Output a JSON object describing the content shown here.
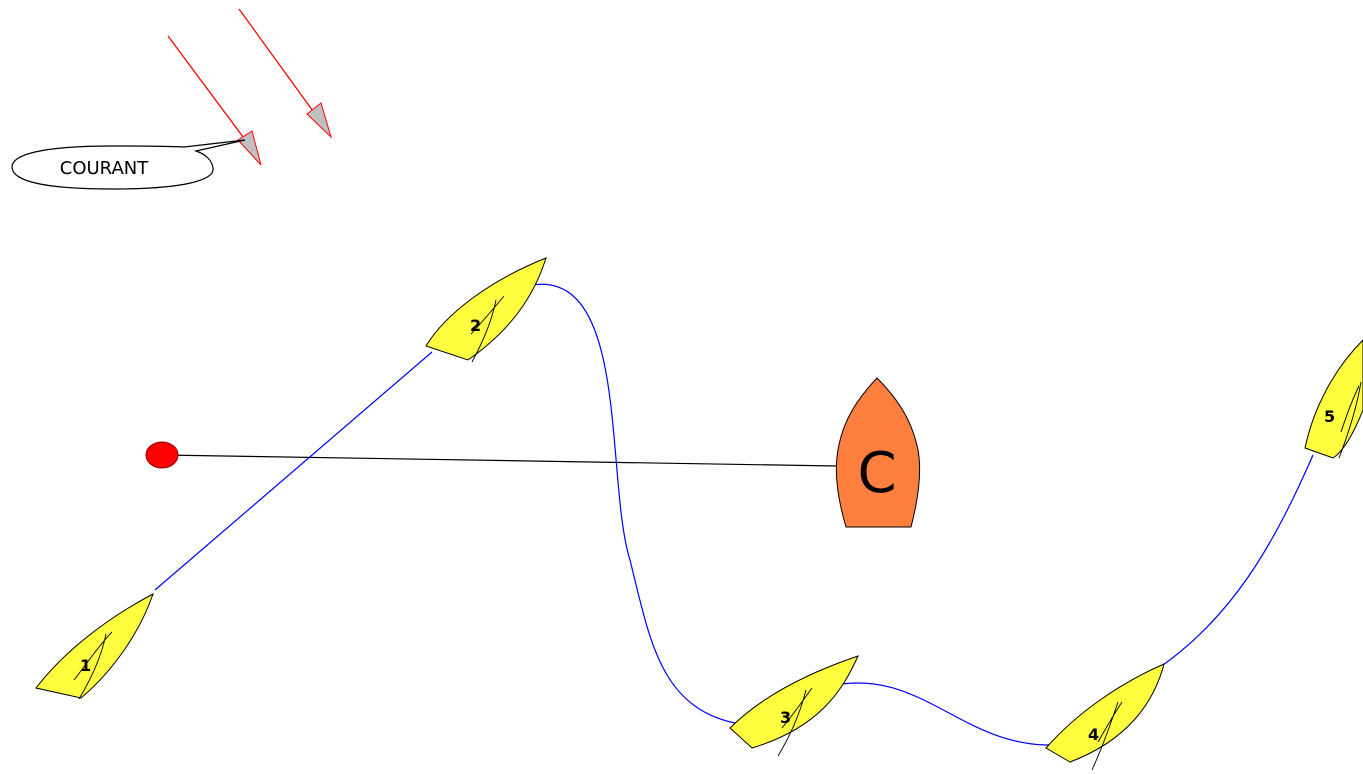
{
  "current": {
    "label": "COURANT"
  },
  "committee_boat": {
    "letter": "C",
    "color": "#FF7F3F"
  },
  "pin_mark": {
    "color": "#FF0000"
  },
  "boats": [
    {
      "number": "1"
    },
    {
      "number": "2"
    },
    {
      "number": "3"
    },
    {
      "number": "4"
    },
    {
      "number": "5"
    }
  ],
  "colors": {
    "boat_fill": "#FFFF40",
    "track": "#0000FF",
    "start_line": "#000000",
    "current_arrow": "#FF0000",
    "arrow_head": "#C0C0C0"
  }
}
